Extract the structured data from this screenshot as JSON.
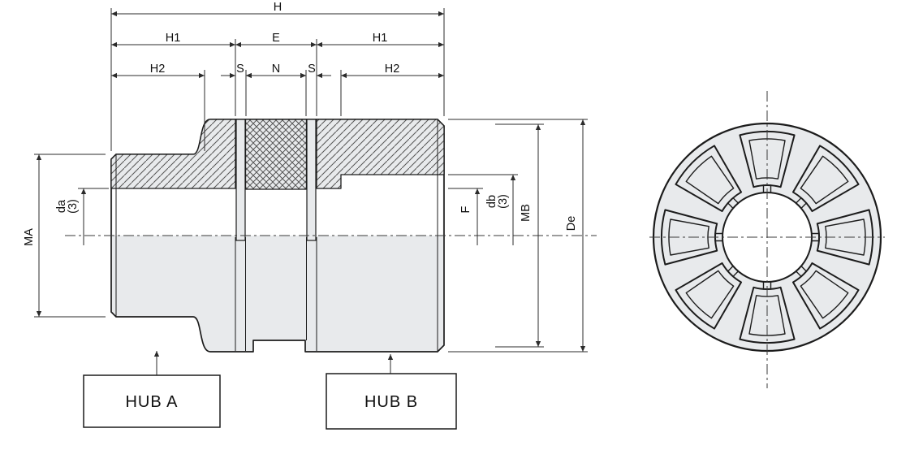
{
  "dims": {
    "h": "H",
    "h1_left": "H1",
    "e": "E",
    "h1_right": "H1",
    "h2_left": "H2",
    "s_left": "S",
    "n": "N",
    "s_right": "S",
    "h2_right": "H2",
    "ma": "MA",
    "da": "da",
    "da_note": "(3)",
    "f": "F",
    "db": "db",
    "db_note": "(3)",
    "mb": "MB",
    "de": "De"
  },
  "callouts": {
    "hub_a": "HUB A",
    "hub_b": "HUB B"
  },
  "colors": {
    "body_fill": "#e8eaec",
    "line": "#1c1c1c",
    "dim_line": "#2b2b2b",
    "hatch_line": "#555555",
    "background": "#ffffff"
  }
}
